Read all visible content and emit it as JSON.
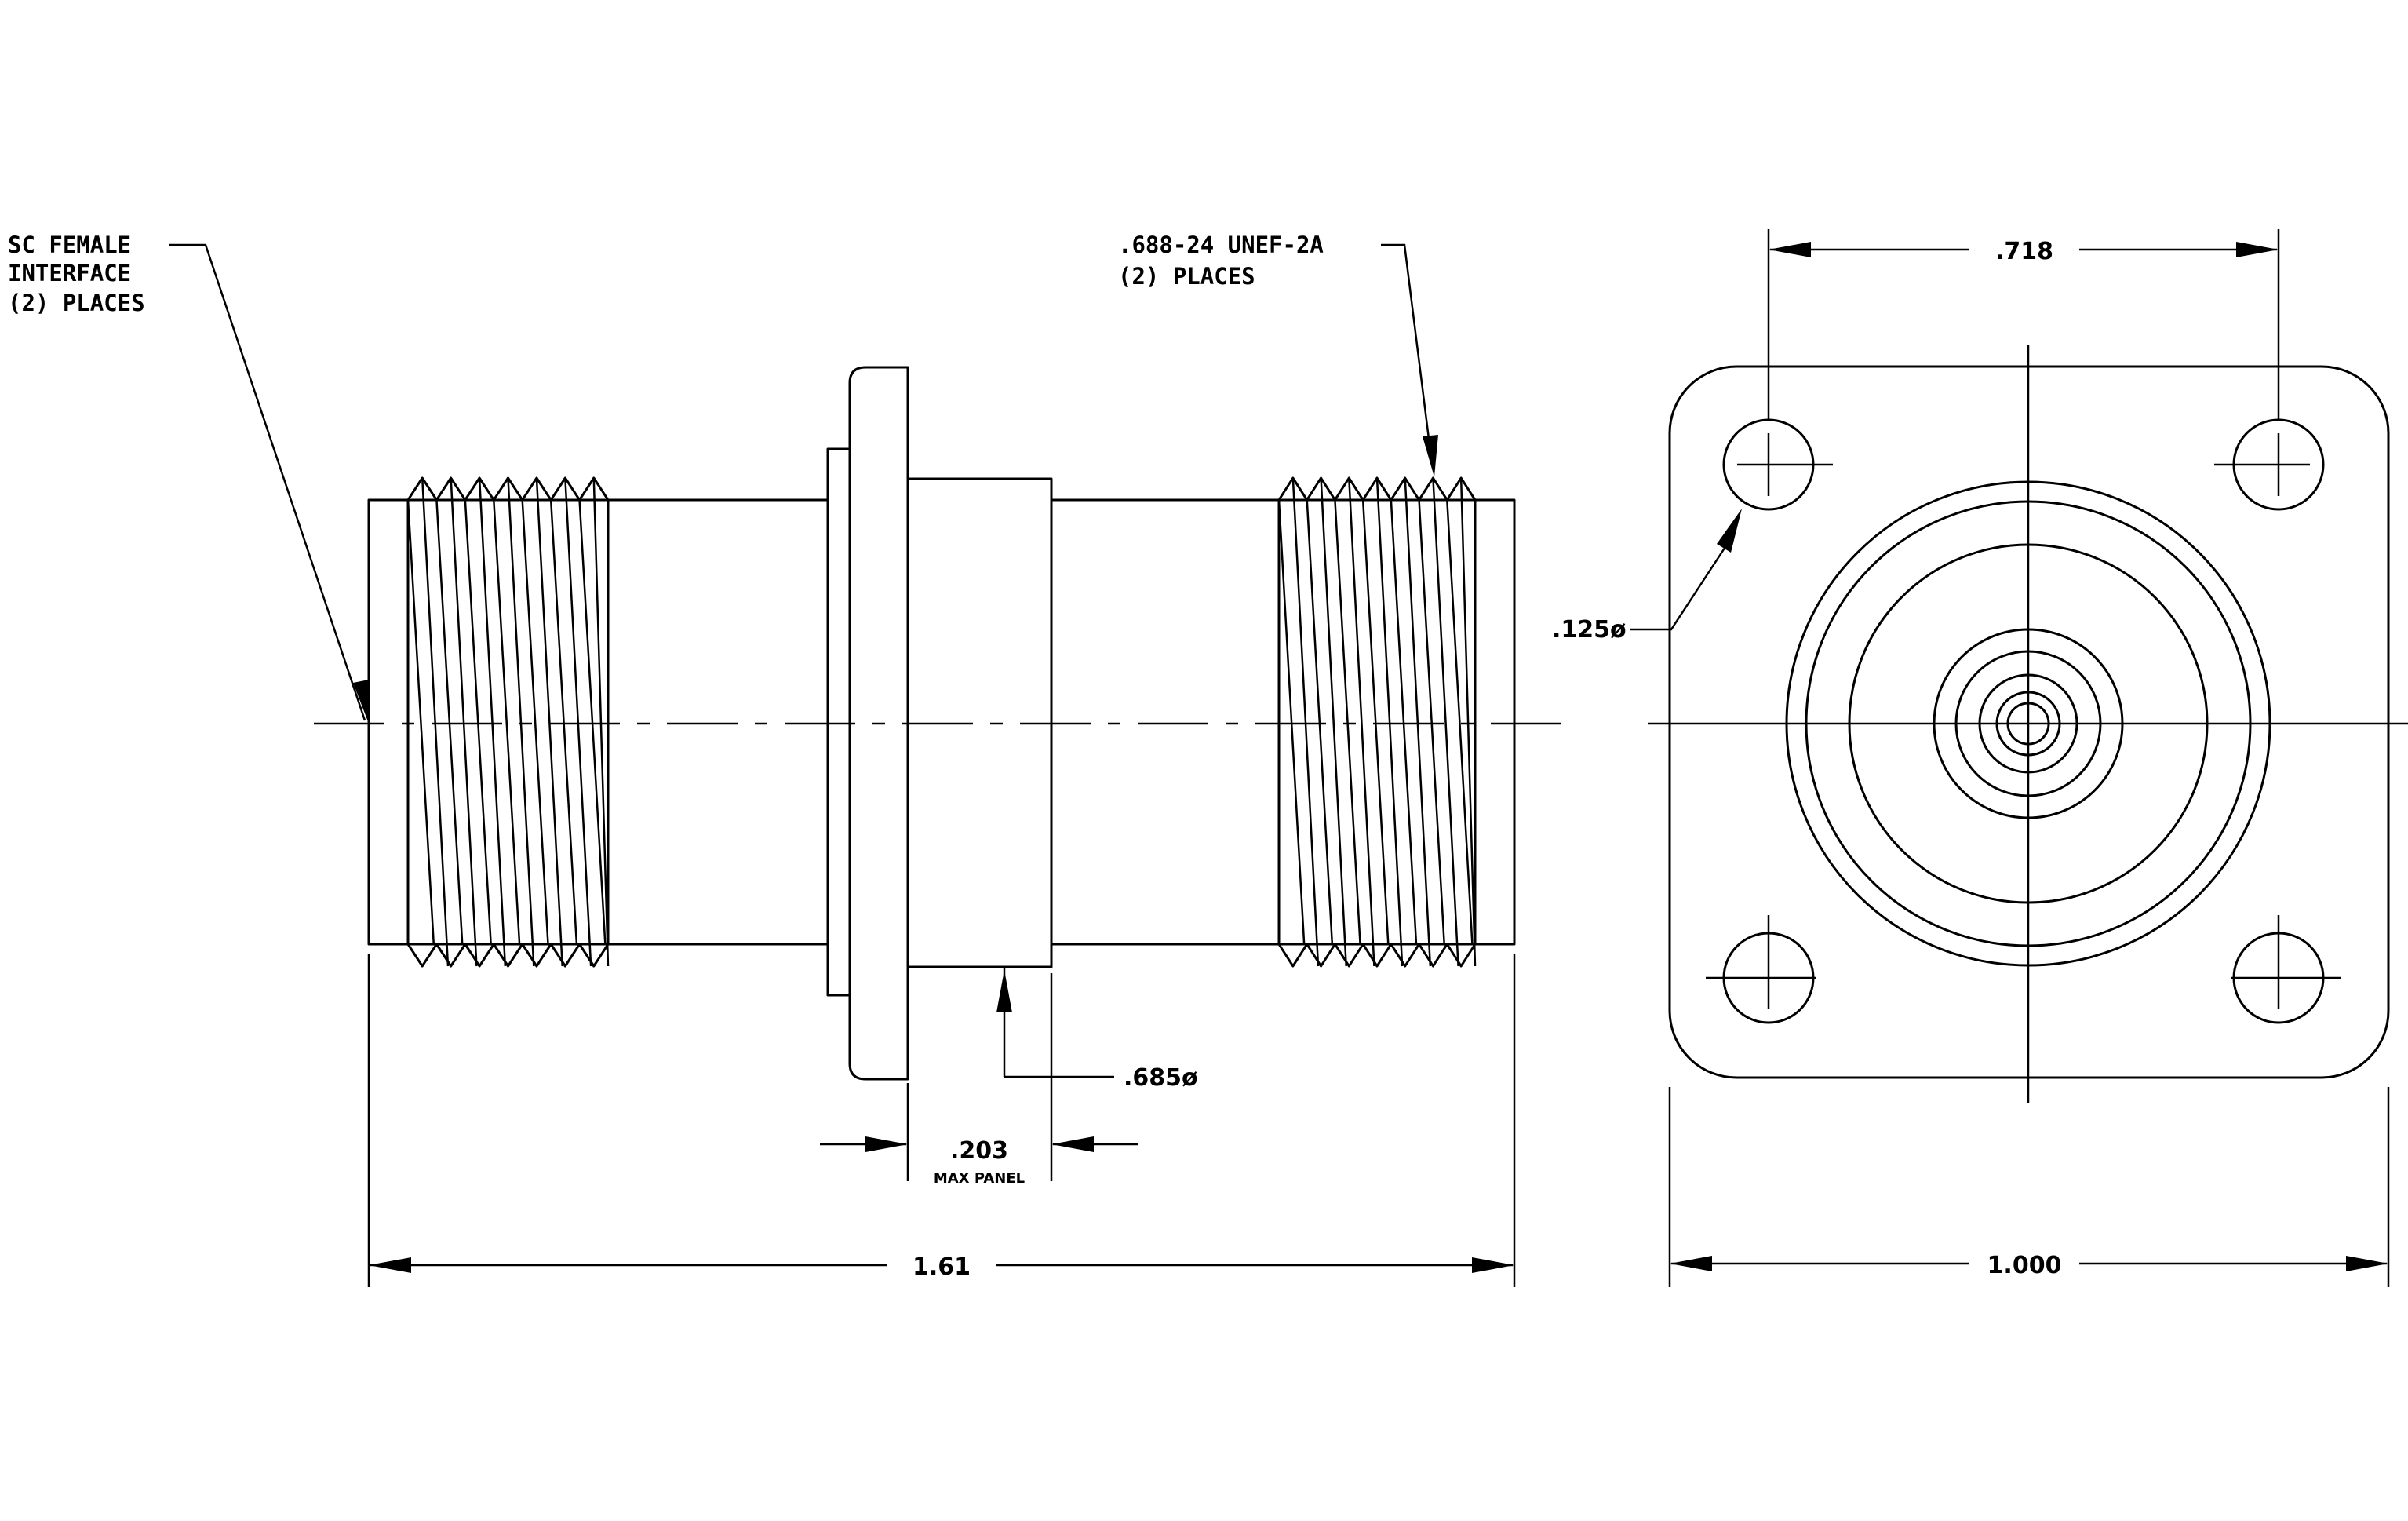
{
  "callouts": {
    "interface": {
      "line1": "SC FEMALE",
      "line2": "INTERFACE",
      "line3": "(2)  PLACES"
    },
    "thread": {
      "line1": ".688-24 UNEF-2A",
      "line2": "(2)  PLACES"
    }
  },
  "dimensions": {
    "overall_length": "1.61",
    "panel": ".203",
    "panel_note": "MAX PANEL",
    "body_diameter": ".685ø",
    "hole_spacing": ".718",
    "hole_diameter": ".125ø",
    "flange_width": "1.000"
  }
}
